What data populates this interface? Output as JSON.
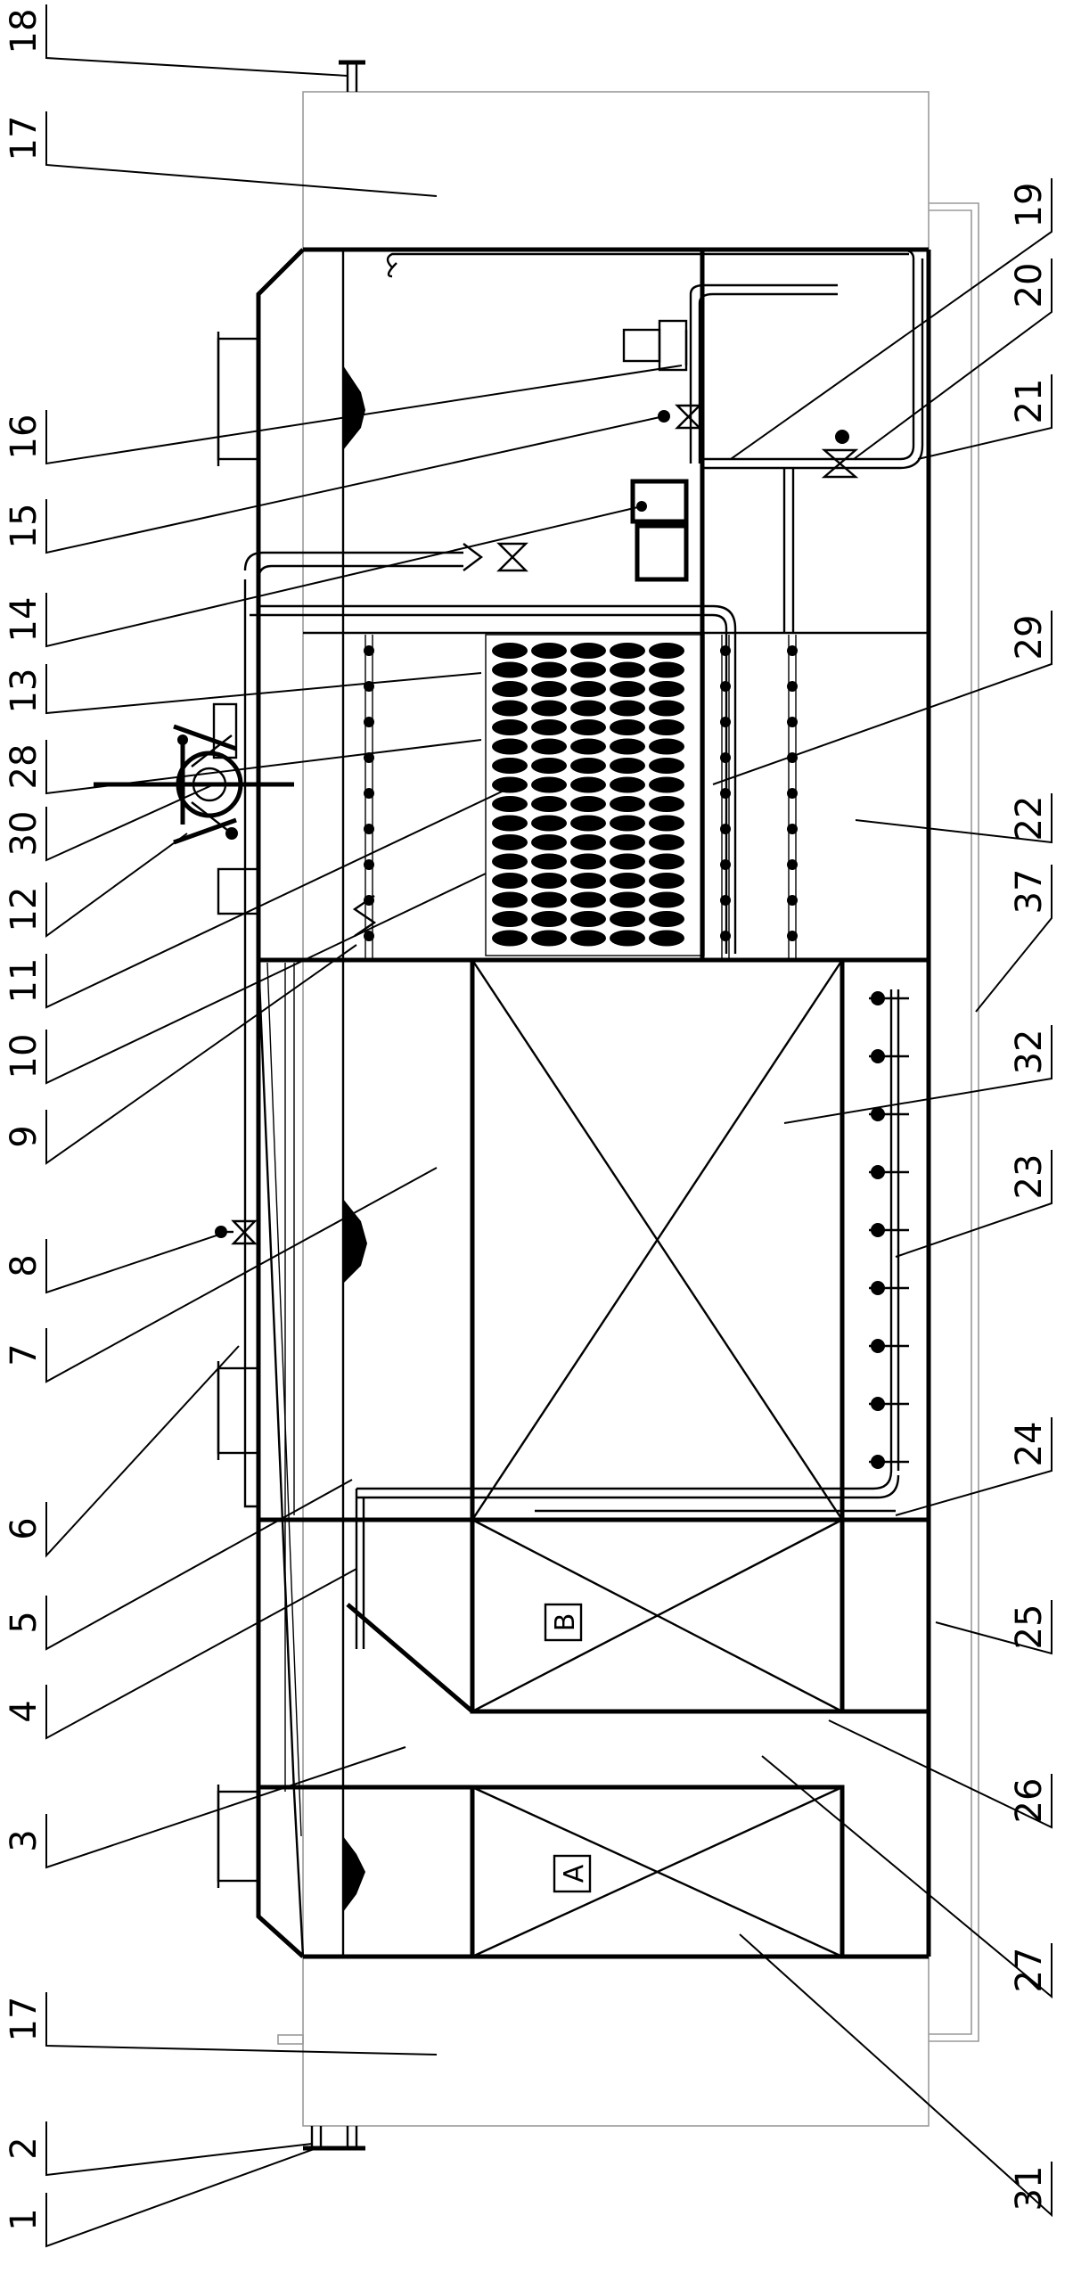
{
  "diagram": {
    "tank_labels": {
      "a": "A",
      "b": "B"
    },
    "callouts": [
      {
        "id": "c18",
        "text": "18"
      },
      {
        "id": "c17t",
        "text": "17"
      },
      {
        "id": "c16",
        "text": "16"
      },
      {
        "id": "c15",
        "text": "15"
      },
      {
        "id": "c14",
        "text": "14"
      },
      {
        "id": "c13",
        "text": "13"
      },
      {
        "id": "c28",
        "text": "28"
      },
      {
        "id": "c30",
        "text": "30"
      },
      {
        "id": "c12",
        "text": "12"
      },
      {
        "id": "c11",
        "text": "11"
      },
      {
        "id": "c10",
        "text": "10"
      },
      {
        "id": "c9",
        "text": "9"
      },
      {
        "id": "c8",
        "text": "8"
      },
      {
        "id": "c7",
        "text": "7"
      },
      {
        "id": "c6",
        "text": "6"
      },
      {
        "id": "c5",
        "text": "5"
      },
      {
        "id": "c4",
        "text": "4"
      },
      {
        "id": "c3",
        "text": "3"
      },
      {
        "id": "c17b",
        "text": "17"
      },
      {
        "id": "c2",
        "text": "2"
      },
      {
        "id": "c1",
        "text": "1"
      },
      {
        "id": "c19",
        "text": "19"
      },
      {
        "id": "c20",
        "text": "20"
      },
      {
        "id": "c21",
        "text": "21"
      },
      {
        "id": "c29",
        "text": "29"
      },
      {
        "id": "c22",
        "text": "22"
      },
      {
        "id": "c37",
        "text": "37"
      },
      {
        "id": "c32",
        "text": "32"
      },
      {
        "id": "c23",
        "text": "23"
      },
      {
        "id": "c24",
        "text": "24"
      },
      {
        "id": "c25",
        "text": "25"
      },
      {
        "id": "c26",
        "text": "26"
      },
      {
        "id": "c27",
        "text": "27"
      },
      {
        "id": "c31",
        "text": "31"
      }
    ]
  }
}
